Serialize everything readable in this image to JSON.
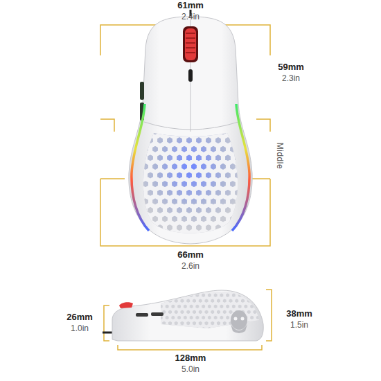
{
  "diagram": {
    "labels": [
      "61mm",
      "2.4in",
      "59mm",
      "2.3in",
      "Middle",
      "66mm",
      "2.6in",
      "26mm",
      "1.0in",
      "38mm",
      "1.5in",
      "128mm",
      "5.0in"
    ]
  }
}
